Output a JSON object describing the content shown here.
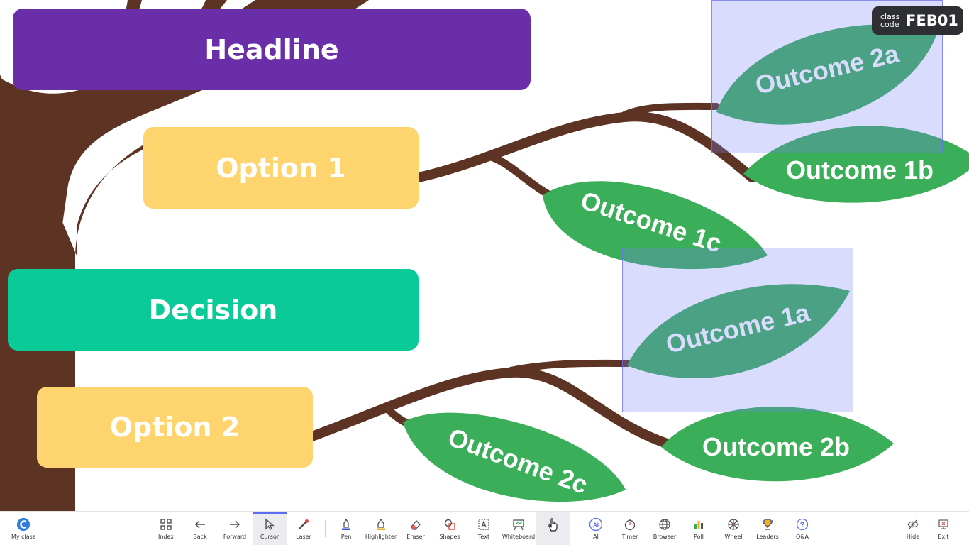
{
  "canvas": {
    "headline": "Headline",
    "option1": "Option 1",
    "decision": "Decision",
    "option2": "Option 2",
    "outcomes": {
      "o2a": "Outcome 2a",
      "o1b": "Outcome 1b",
      "o1c": "Outcome 1c",
      "o1a": "Outcome 1a",
      "o2b": "Outcome 2b",
      "o2c": "Outcome 2c"
    }
  },
  "class_code": {
    "label": "class code",
    "code": "FEB01"
  },
  "toolbar": {
    "my_class": "My class",
    "tools": [
      {
        "label": "Index",
        "icon": "grid-icon"
      },
      {
        "label": "Back",
        "icon": "arrow-left-icon"
      },
      {
        "label": "Forward",
        "icon": "arrow-right-icon"
      },
      {
        "label": "Cursor",
        "icon": "cursor-icon"
      },
      {
        "label": "Laser",
        "icon": "laser-icon"
      },
      {
        "label": "Pen",
        "icon": "pen-icon"
      },
      {
        "label": "Highlighter",
        "icon": "highlighter-icon"
      },
      {
        "label": "Eraser",
        "icon": "eraser-icon"
      },
      {
        "label": "Shapes",
        "icon": "shapes-icon"
      },
      {
        "label": "Text",
        "icon": "text-icon"
      },
      {
        "label": "Whiteboard",
        "icon": "whiteboard-icon"
      },
      {
        "label": "",
        "icon": "hand-pointer-icon"
      },
      {
        "label": "AI",
        "icon": "ai-icon"
      },
      {
        "label": "Timer",
        "icon": "timer-icon"
      },
      {
        "label": "Browser",
        "icon": "globe-icon"
      },
      {
        "label": "Poll",
        "icon": "poll-icon"
      },
      {
        "label": "Wheel",
        "icon": "wheel-icon"
      },
      {
        "label": "Leaders",
        "icon": "trophy-icon"
      },
      {
        "label": "Q&A",
        "icon": "question-icon"
      }
    ],
    "hide": "Hide",
    "exit": "Exit"
  },
  "colors": {
    "headline": "#6a2fa8",
    "option": "#fdd46d",
    "decision": "#0acb98",
    "branch": "#5d3324",
    "leaf": "#3aae58",
    "accent": "#5b6cf0"
  }
}
